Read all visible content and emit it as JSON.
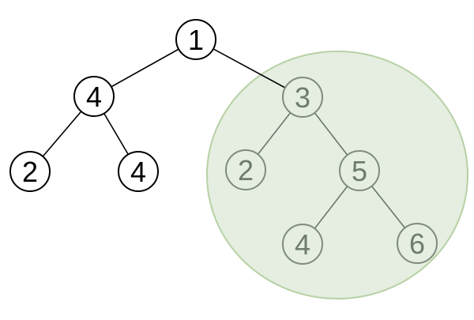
{
  "colors": {
    "background": "#ffffff",
    "node_fill": "#ffffff",
    "node_stroke": "#000000",
    "node_text": "#000000",
    "edge": "#000000",
    "highlight_fill": "#e5eee0",
    "highlight_stroke": "#b7d1a6",
    "highlight_node_fill": "#e5eee0",
    "highlight_node_stroke": "#7f8b7d",
    "highlight_node_text": "#6e7c6c",
    "highlight_edge": "#6b766b"
  },
  "tree": {
    "type": "binary-tree",
    "nodes": [
      {
        "id": 0,
        "value": "1",
        "highlighted": false
      },
      {
        "id": 1,
        "value": "4",
        "highlighted": false
      },
      {
        "id": 2,
        "value": "2",
        "highlighted": false
      },
      {
        "id": 3,
        "value": "4",
        "highlighted": false
      },
      {
        "id": 4,
        "value": "3",
        "highlighted": true
      },
      {
        "id": 5,
        "value": "2",
        "highlighted": true
      },
      {
        "id": 6,
        "value": "5",
        "highlighted": true
      },
      {
        "id": 7,
        "value": "4",
        "highlighted": true
      },
      {
        "id": 8,
        "value": "6",
        "highlighted": true
      }
    ],
    "edges": [
      {
        "from": 0,
        "to": 1
      },
      {
        "from": 0,
        "to": 4
      },
      {
        "from": 1,
        "to": 2
      },
      {
        "from": 1,
        "to": 3
      },
      {
        "from": 4,
        "to": 5
      },
      {
        "from": 4,
        "to": 6
      },
      {
        "from": 6,
        "to": 7
      },
      {
        "from": 6,
        "to": 8
      }
    ],
    "highlighted_subtree_root_value": "3",
    "highlighted_values": [
      "3",
      "2",
      "5",
      "4",
      "6"
    ]
  }
}
